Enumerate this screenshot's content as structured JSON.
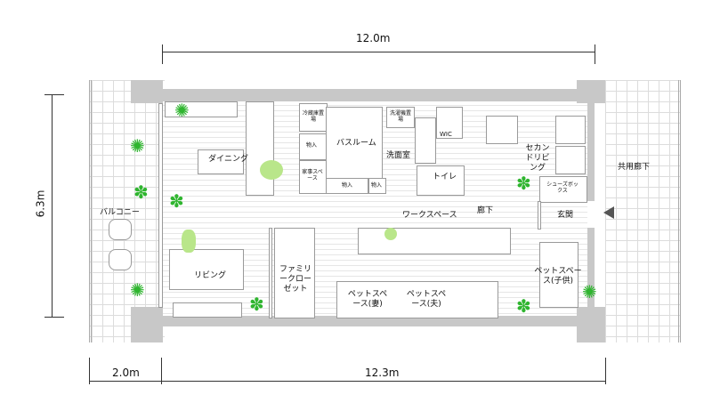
{
  "dimensions": {
    "top_width": "12.0m",
    "left_height": "6.3m",
    "bottom_balcony": "2.0m",
    "bottom_interior": "12.3m"
  },
  "rooms": {
    "balcony": "バルコニー",
    "dining": "ダイニング",
    "living": "リビング",
    "fridge": "冷蔵庫置場",
    "storage1": "物入",
    "housework": "家事スペース",
    "storage2": "物入",
    "storage3": "物入",
    "bathroom": "バスルーム",
    "washer": "洗濯機置場",
    "washroom": "洗面室",
    "wic": "WIC",
    "toilet": "トイレ",
    "workspace": "ワークスペース",
    "hallway": "廊下",
    "second_living": "セカンドリビング",
    "shoe_box": "シューズボックス",
    "entrance": "玄関",
    "common_corridor": "共用廊下",
    "family_closet": "ファミリークローゼット",
    "bed_wife": "ペットスペース(妻)",
    "bed_husband": "ペットスペース(夫)",
    "bed_child": "ペットスペース(子供)"
  },
  "colors": {
    "wall": "#c8c8c8",
    "plant": "#2fb52f",
    "person": "#b9e68a"
  }
}
